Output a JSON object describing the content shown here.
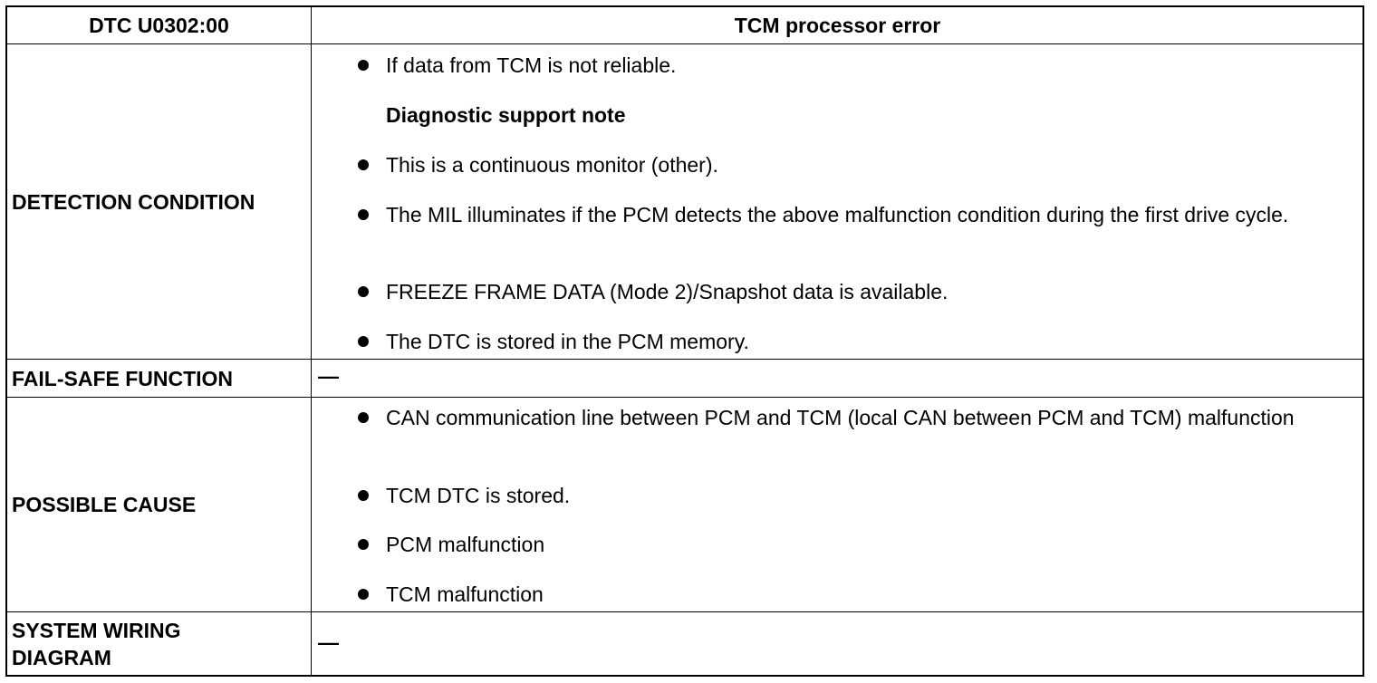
{
  "header": {
    "code": "DTC U0302:00",
    "title": "TCM processor error"
  },
  "detection": {
    "label": "DETECTION CONDITION",
    "item1": "If data from TCM is not reliable.",
    "note": "Diagnostic support note",
    "item2": "This is a continuous monitor (other).",
    "item3": "The MIL illuminates if the PCM detects the above malfunction condition during the first drive cycle.",
    "item4": "FREEZE FRAME DATA (Mode 2)/Snapshot data is available.",
    "item5": "The DTC is stored in the PCM memory."
  },
  "failsafe": {
    "label": "FAIL-SAFE FUNCTION",
    "value": "—"
  },
  "cause": {
    "label": "POSSIBLE CAUSE",
    "item1": "CAN communication line between PCM and TCM (local CAN between PCM and TCM) malfunction",
    "item2": "TCM DTC is stored.",
    "item3": "PCM malfunction",
    "item4": "TCM malfunction"
  },
  "wiring": {
    "label": "SYSTEM WIRING DIAGRAM",
    "value": "—"
  }
}
